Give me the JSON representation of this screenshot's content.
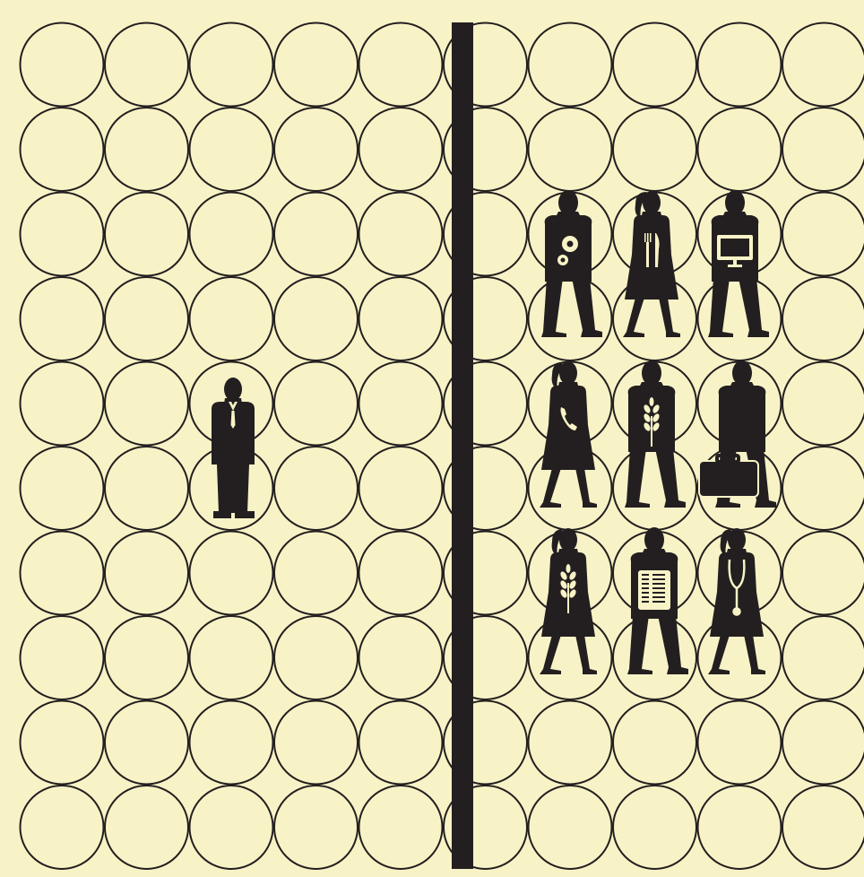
{
  "colors": {
    "background": "#f8f3c6",
    "ink": "#231f20"
  },
  "grid": {
    "rows": 10,
    "columns": 10
  },
  "figures": [
    {
      "side": "left",
      "kind": "businessman",
      "icon": "suit-tie-icon"
    },
    {
      "side": "right",
      "kind": "worker",
      "gender": "man",
      "icon": "gears-icon"
    },
    {
      "side": "right",
      "kind": "worker",
      "gender": "woman",
      "icon": "fork-knife-icon"
    },
    {
      "side": "right",
      "kind": "worker",
      "gender": "man",
      "icon": "computer-monitor-icon"
    },
    {
      "side": "right",
      "kind": "worker",
      "gender": "woman",
      "icon": "phone-icon"
    },
    {
      "side": "right",
      "kind": "worker",
      "gender": "man",
      "icon": "wheat-icon"
    },
    {
      "side": "right",
      "kind": "worker",
      "gender": "man",
      "icon": "briefcase-icon"
    },
    {
      "side": "right",
      "kind": "worker",
      "gender": "woman",
      "icon": "wheat-icon"
    },
    {
      "side": "right",
      "kind": "worker",
      "gender": "man",
      "icon": "document-icon"
    },
    {
      "side": "right",
      "kind": "worker",
      "gender": "woman",
      "icon": "stethoscope-icon"
    }
  ]
}
